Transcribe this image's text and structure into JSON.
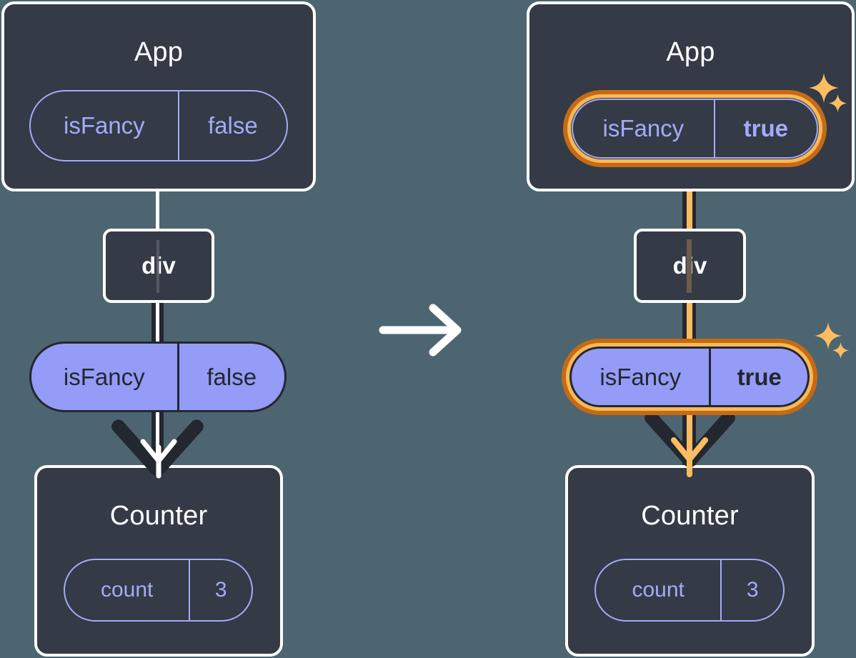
{
  "diagram": {
    "title_hidden": "React state propagation before and after isFancy toggles",
    "transition_icon": "right-arrow-icon",
    "colors": {
      "background": "#4d6570",
      "box_fill": "#343a46",
      "box_border": "#ffffff",
      "pill_ghost_stroke": "#a4abf7",
      "pill_solid_fill": "#949cf7",
      "pill_solid_stroke": "#23272f",
      "line_dark": "#23272f",
      "line_white": "#ffffff",
      "highlight_outer": "#c76a15",
      "highlight_inner": "#f7b955",
      "highlight_line": "#fbbc62",
      "sparkle": "#fbbc62"
    }
  },
  "before": {
    "app": {
      "title": "App",
      "prop": {
        "name": "isFancy",
        "value": "false",
        "highlighted": false,
        "style": "outline"
      }
    },
    "div": {
      "label": "div"
    },
    "passed_prop": {
      "name": "isFancy",
      "value": "false",
      "highlighted": false,
      "style": "solid"
    },
    "counter": {
      "title": "Counter",
      "prop": {
        "name": "count",
        "value": "3",
        "highlighted": false,
        "style": "outline"
      }
    }
  },
  "after": {
    "app": {
      "title": "App",
      "prop": {
        "name": "isFancy",
        "value": "true",
        "highlighted": true,
        "style": "outline"
      },
      "sparkle_large": "sparkle-icon",
      "sparkle_small": "sparkle-icon"
    },
    "div": {
      "label": "div"
    },
    "passed_prop": {
      "name": "isFancy",
      "value": "true",
      "highlighted": true,
      "style": "solid"
    },
    "counter": {
      "title": "Counter",
      "prop": {
        "name": "count",
        "value": "3",
        "highlighted": false,
        "style": "outline"
      }
    }
  }
}
